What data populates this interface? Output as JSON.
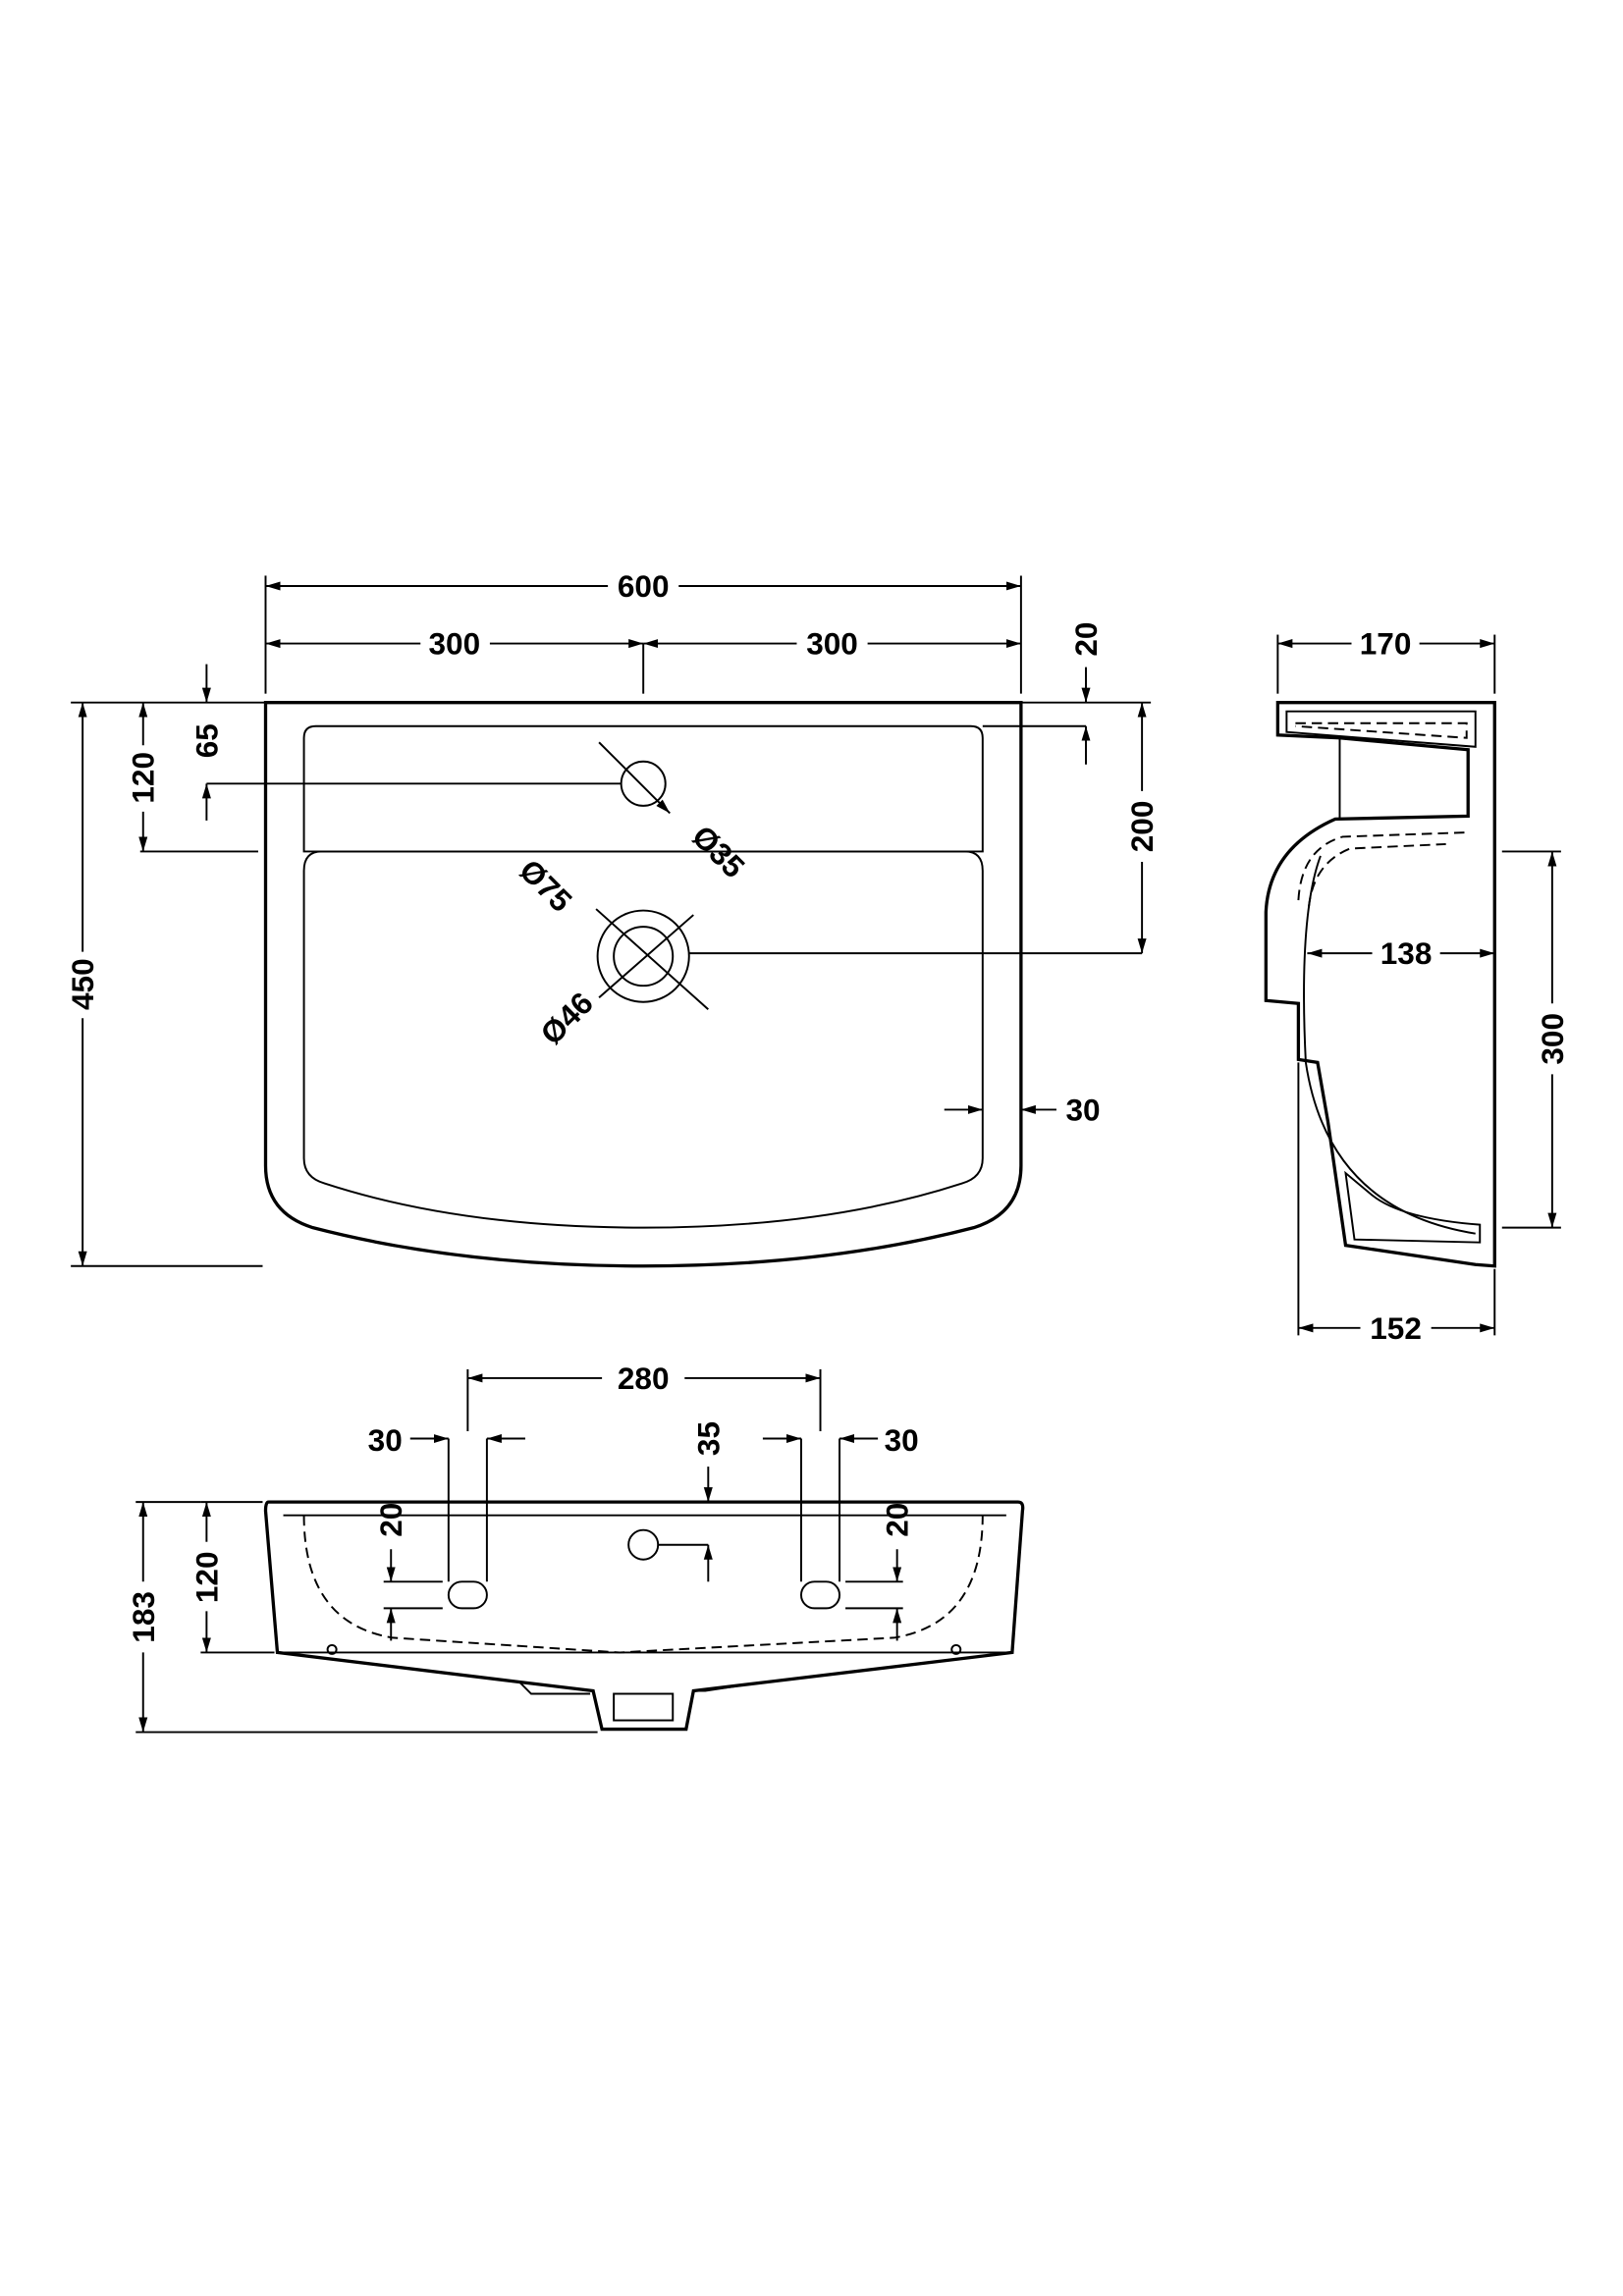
{
  "top_view": {
    "overall_width": "600",
    "half_left": "300",
    "half_right": "300",
    "rim_depth": "20",
    "waste_offset": "200",
    "side_wall": "30",
    "overall_depth": "450",
    "shelf_depth": "120",
    "tap_offset": "65",
    "tap_hole": "Ø35",
    "waste_outer": "Ø75",
    "waste_inner": "Ø46"
  },
  "side_view": {
    "top_depth": "170",
    "bowl_depth": "138",
    "bowl_height": "300",
    "base_depth": "152"
  },
  "front_view": {
    "fixing_centres": "280",
    "fixing_left_width": "30",
    "fixing_right_width": "30",
    "overflow_drop": "35",
    "fixing_left_height": "20",
    "fixing_right_height": "20",
    "body_height": "120",
    "overall_height": "183"
  }
}
